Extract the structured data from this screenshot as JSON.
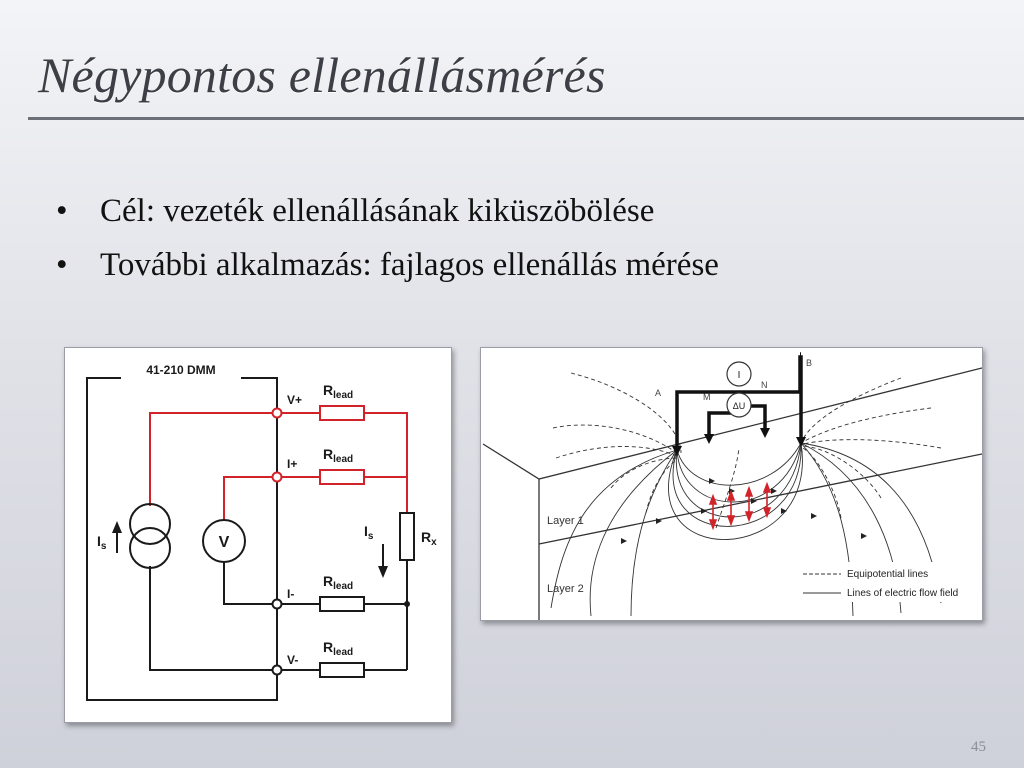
{
  "slide": {
    "title": "Négypontos ellenállásmérés",
    "bullets": [
      {
        "symbol": "•",
        "text": "Cél: vezeték ellenállásának kiküszöbölése"
      },
      {
        "symbol": "•",
        "text": "További alkalmazás: fajlagos ellenállás mérése"
      }
    ],
    "page_number": "45"
  },
  "circuit": {
    "device_label": "41-210 DMM",
    "terminals": [
      "V+",
      "I+",
      "I-",
      "V-"
    ],
    "lead_resistor": {
      "main": "R",
      "sub": "lead"
    },
    "voltmeter_symbol": "V",
    "current_source": {
      "main": "I",
      "sub": "s"
    },
    "load_current": {
      "main": "I",
      "sub": "s"
    },
    "unknown_resistor": {
      "main": "R",
      "sub": "x"
    },
    "colors": {
      "wire_red": "#d2232a",
      "wire_black": "#1a1a1a"
    }
  },
  "earth": {
    "electrodes": [
      "A",
      "M",
      "N",
      "B"
    ],
    "meters": [
      "I",
      "ΔU"
    ],
    "layers": [
      "Layer 1",
      "Layer 2"
    ],
    "legend": [
      {
        "style": "dashed",
        "label": "Equipotential lines"
      },
      {
        "style": "solid",
        "label": "Lines of electric flow field"
      }
    ]
  }
}
